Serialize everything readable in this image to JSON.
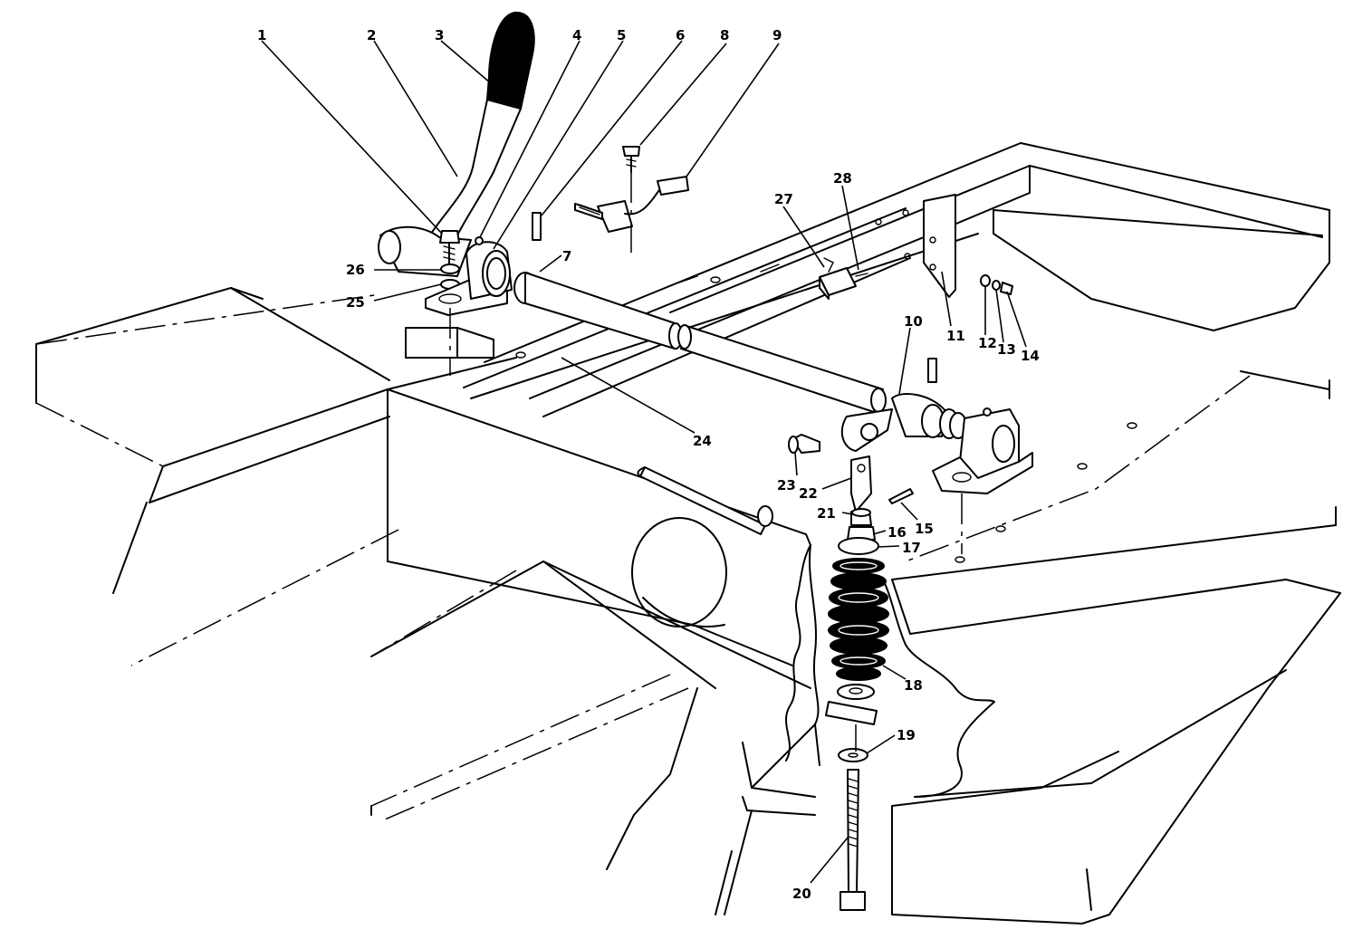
{
  "diagram": {
    "type": "exploded-parts-view",
    "callouts": [
      "1",
      "2",
      "3",
      "4",
      "5",
      "6",
      "8",
      "9",
      "7",
      "26",
      "25",
      "27",
      "28",
      "11",
      "12",
      "13",
      "14",
      "10",
      "24",
      "23",
      "22",
      "15",
      "21",
      "16",
      "17",
      "18",
      "19",
      "20"
    ]
  }
}
